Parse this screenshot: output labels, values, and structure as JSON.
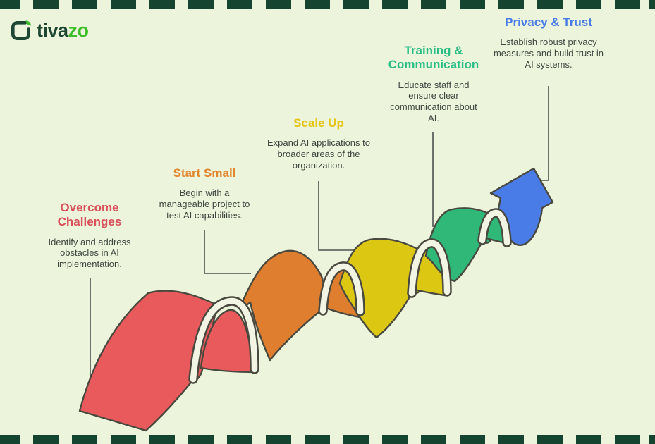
{
  "logo": {
    "text_primary": "tiva",
    "text_secondary": "zo",
    "icon": "bracket-leaf-logo-icon",
    "primary_color": "#1d4732",
    "secondary_color": "#3fbe2b"
  },
  "colors": {
    "background": "#ecf5dc",
    "border_dash": "#154430",
    "outline": "#4a493f",
    "ribbon_edge_cream": "#f3f5e4",
    "connector_line": "#4f4f4f",
    "body_text": "#3f453f"
  },
  "steps": [
    {
      "title": "Overcome Challenges",
      "description": "Identify and address obstacles in AI implementation.",
      "color": "#e85a5c",
      "title_color": "#d94f5a"
    },
    {
      "title": "Start Small",
      "description": "Begin with a manageable project to test AI capabilities.",
      "color": "#df7e2e",
      "title_color": "#e2862e"
    },
    {
      "title": "Scale Up",
      "description": "Expand AI applications to broader areas of the organization.",
      "color": "#dcc813",
      "title_color": "#e4c414"
    },
    {
      "title": "Training & Communication",
      "description": "Educate staff and ensure clear communication about AI.",
      "color": "#2fb877",
      "title_color": "#2abd85"
    },
    {
      "title": "Privacy & Trust",
      "description": "Establish robust privacy measures and build trust in AI systems.",
      "color": "#4a7ce8",
      "title_color": "#4a7ce8"
    }
  ]
}
